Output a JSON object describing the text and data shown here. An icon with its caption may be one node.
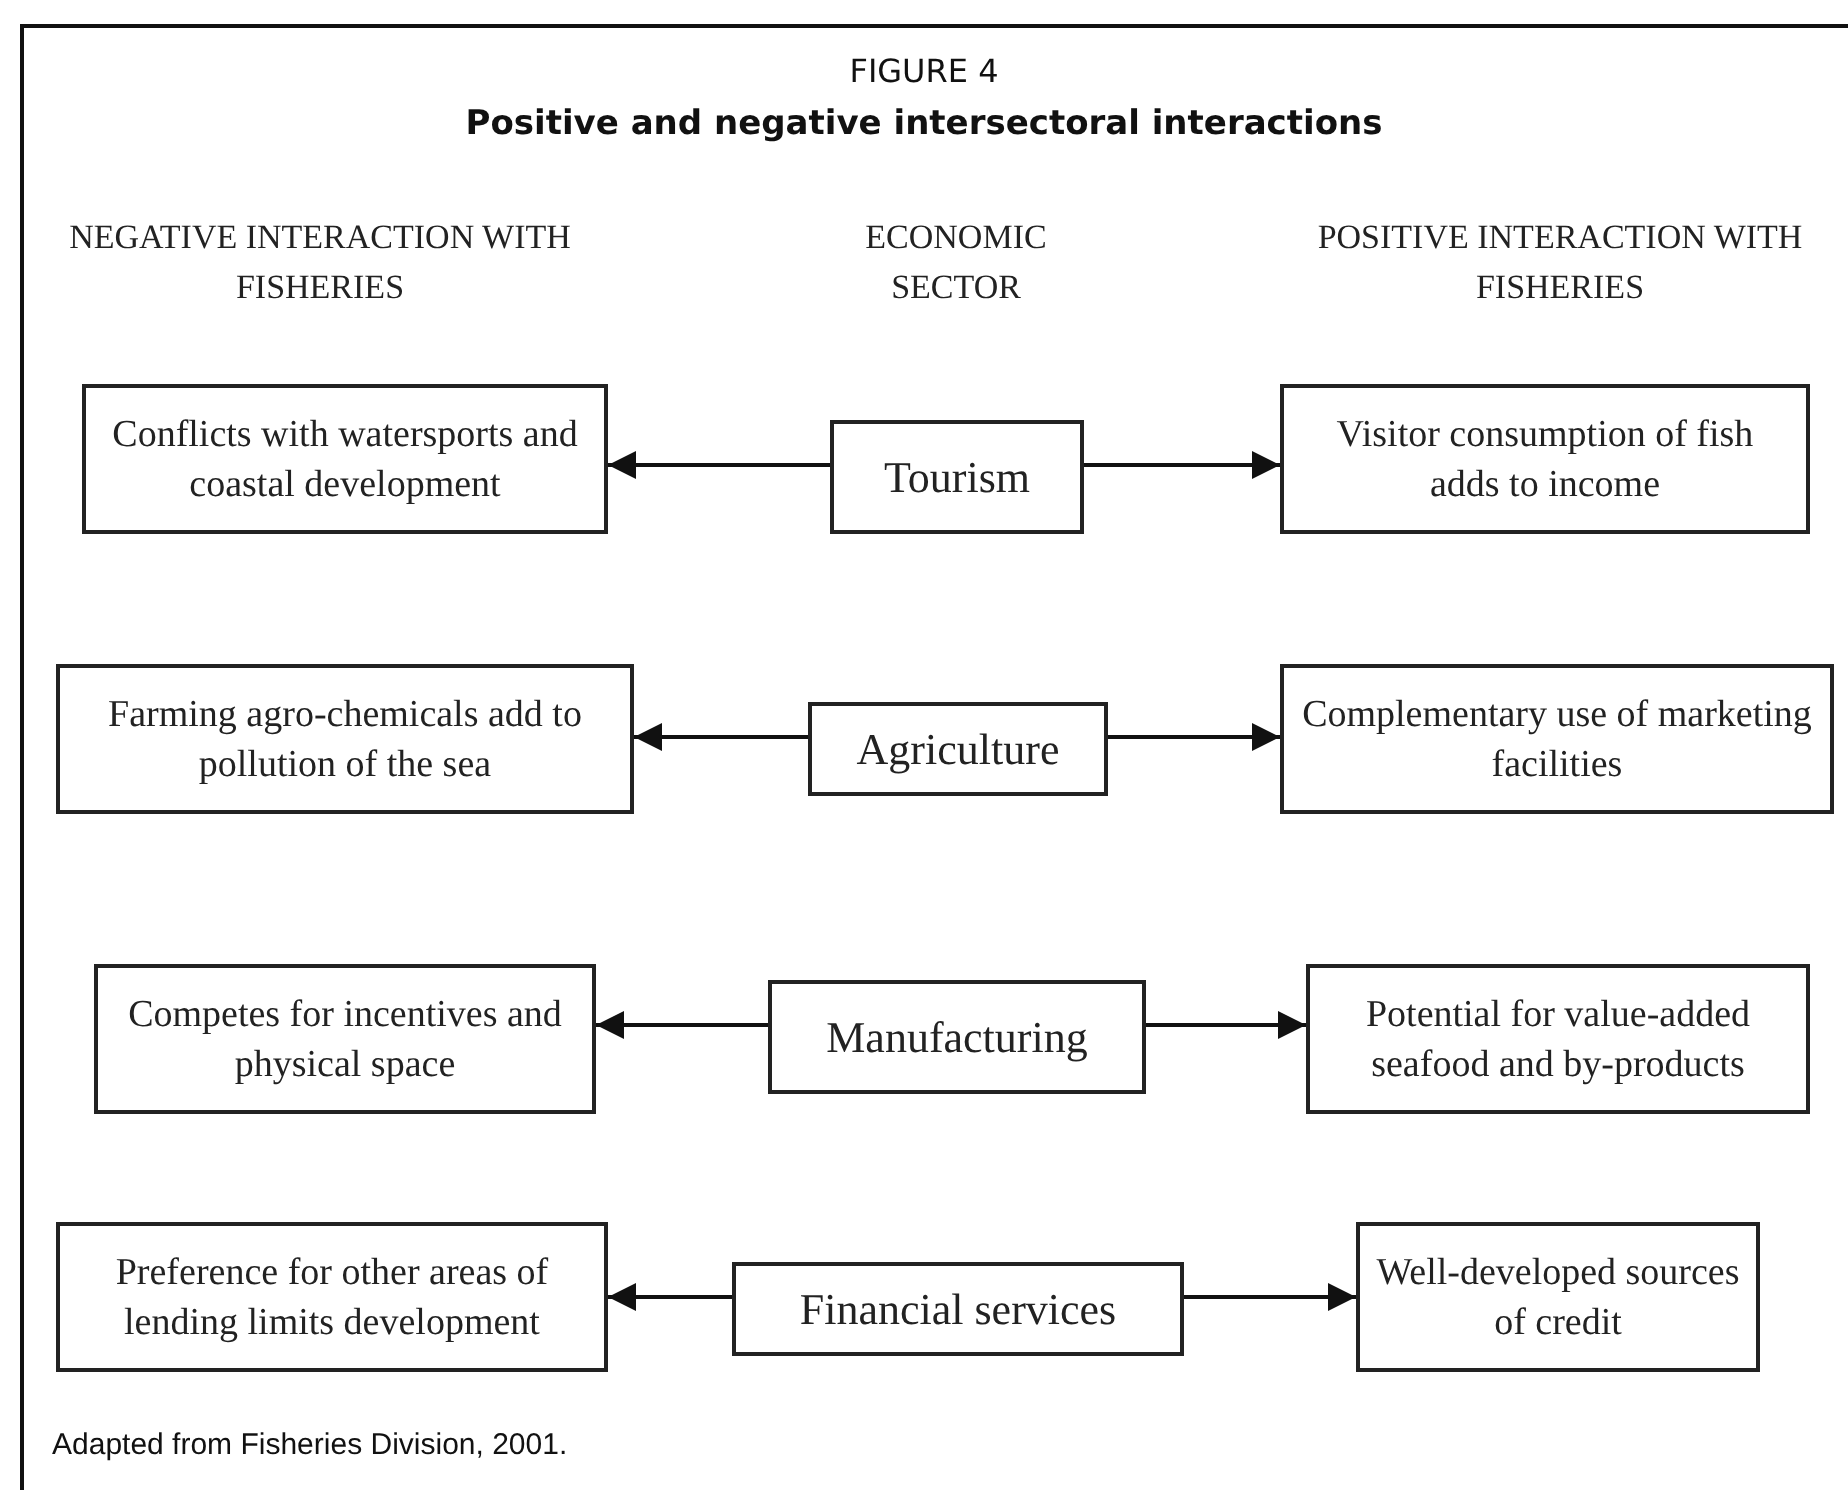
{
  "diagram": {
    "title": "Positive and negative intersectoral interactions",
    "nodes": [
      {
        "text": [
          "Conflicts with watersports and coastal development"
        ]
      },
      {
        "text": [
          "Tourism"
        ]
      },
      {
        "text": [
          "Visitor consumption of fish adds to income"
        ]
      },
      {
        "text": [
          "Farming agro-chemicals add to pollution of the sea"
        ]
      },
      {
        "text": [
          "Agriculture"
        ]
      },
      {
        "text": [
          "Complementary use of marketing facilities"
        ]
      },
      {
        "text": [
          "Competes for incentives and physical space"
        ]
      },
      {
        "text": [
          "Manufacturing"
        ]
      },
      {
        "text": [
          "Potential for value-added seafood and by-products"
        ]
      },
      {
        "text": [
          "Preference for other areas of lending limits development"
        ]
      },
      {
        "text": [
          "Financial services"
        ]
      },
      {
        "text": [
          "Well-developed sources of credit"
        ]
      }
    ],
    "edges": [
      {
        "from": 1,
        "to": 0,
        "arrow": "to"
      },
      {
        "from": 1,
        "to": 2,
        "arrow": "to"
      },
      {
        "from": 4,
        "to": 3,
        "arrow": "to"
      },
      {
        "from": 4,
        "to": 5,
        "arrow": "to"
      },
      {
        "from": 7,
        "to": 6,
        "arrow": "to"
      },
      {
        "from": 7,
        "to": 8,
        "arrow": "to"
      },
      {
        "from": 10,
        "to": 9,
        "arrow": "to"
      },
      {
        "from": 10,
        "to": 11,
        "arrow": "to"
      }
    ],
    "labels": [
      "FIGURE 4",
      "NEGATIVE INTERACTION WITH FISHERIES",
      "ECONOMIC SECTOR",
      "POSITIVE INTERACTION WITH FISHERIES"
    ],
    "caption": "Adapted from Fisheries Division, 2001."
  }
}
